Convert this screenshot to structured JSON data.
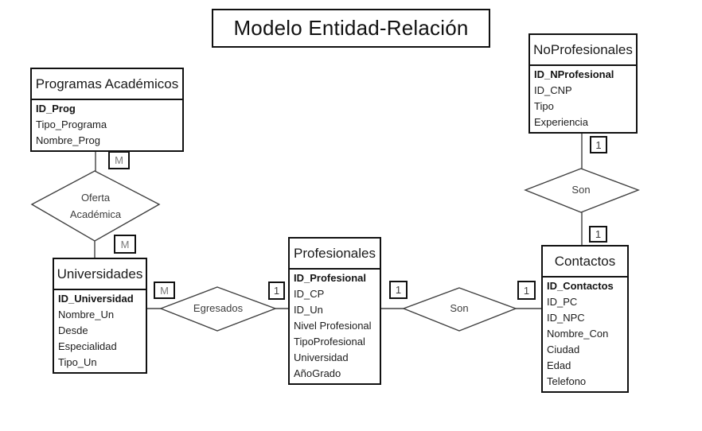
{
  "title": "Modelo Entidad-Relación",
  "entities": {
    "programas": {
      "title": "Programas Académicos",
      "attributes": [
        "ID_Prog",
        "Tipo_Programa",
        "Nombre_Prog"
      ]
    },
    "noprofesionales": {
      "title": "NoProfesionales",
      "attributes": [
        "ID_NProfesional",
        "ID_CNP",
        "Tipo",
        "Experiencia"
      ]
    },
    "universidades": {
      "title": "Universidades",
      "attributes": [
        "ID_Universidad",
        "Nombre_Un",
        "Desde",
        "Especialidad",
        "Tipo_Un"
      ]
    },
    "profesionales": {
      "title": "Profesionales",
      "attributes": [
        "ID_Profesional",
        "ID_CP",
        "ID_Un",
        "Nivel Profesional",
        "TipoProfesional",
        "Universidad",
        "AñoGrado"
      ]
    },
    "contactos": {
      "title": "Contactos",
      "attributes": [
        "ID_Contactos",
        "ID_PC",
        "ID_NPC",
        "Nombre_Con",
        "Ciudad",
        "Edad",
        "Telefono"
      ]
    }
  },
  "relationships": {
    "oferta_academica": {
      "line1": "Oferta",
      "line2": "Académica"
    },
    "egresados": {
      "label": "Egresados"
    },
    "son_profesionales_contactos": {
      "label": "Son"
    },
    "son_noprofesionales_contactos": {
      "label": "Son"
    }
  },
  "cardinalities": {
    "programas_oferta": "M",
    "oferta_universidades": "M",
    "universidades_egresados": "M",
    "egresados_profesionales": "1",
    "profesionales_son": "1",
    "son_contactos": "1",
    "noprofesionales_son": "1",
    "son_contactos_bottom": "1"
  },
  "colors": {
    "background": "#ffffff",
    "shape_border": "#111111",
    "connector": "#404040",
    "text_primary": "#1c1c1c",
    "cardinality_m": "#7a7a7a",
    "cardinality_1": "#3c3c3c"
  }
}
